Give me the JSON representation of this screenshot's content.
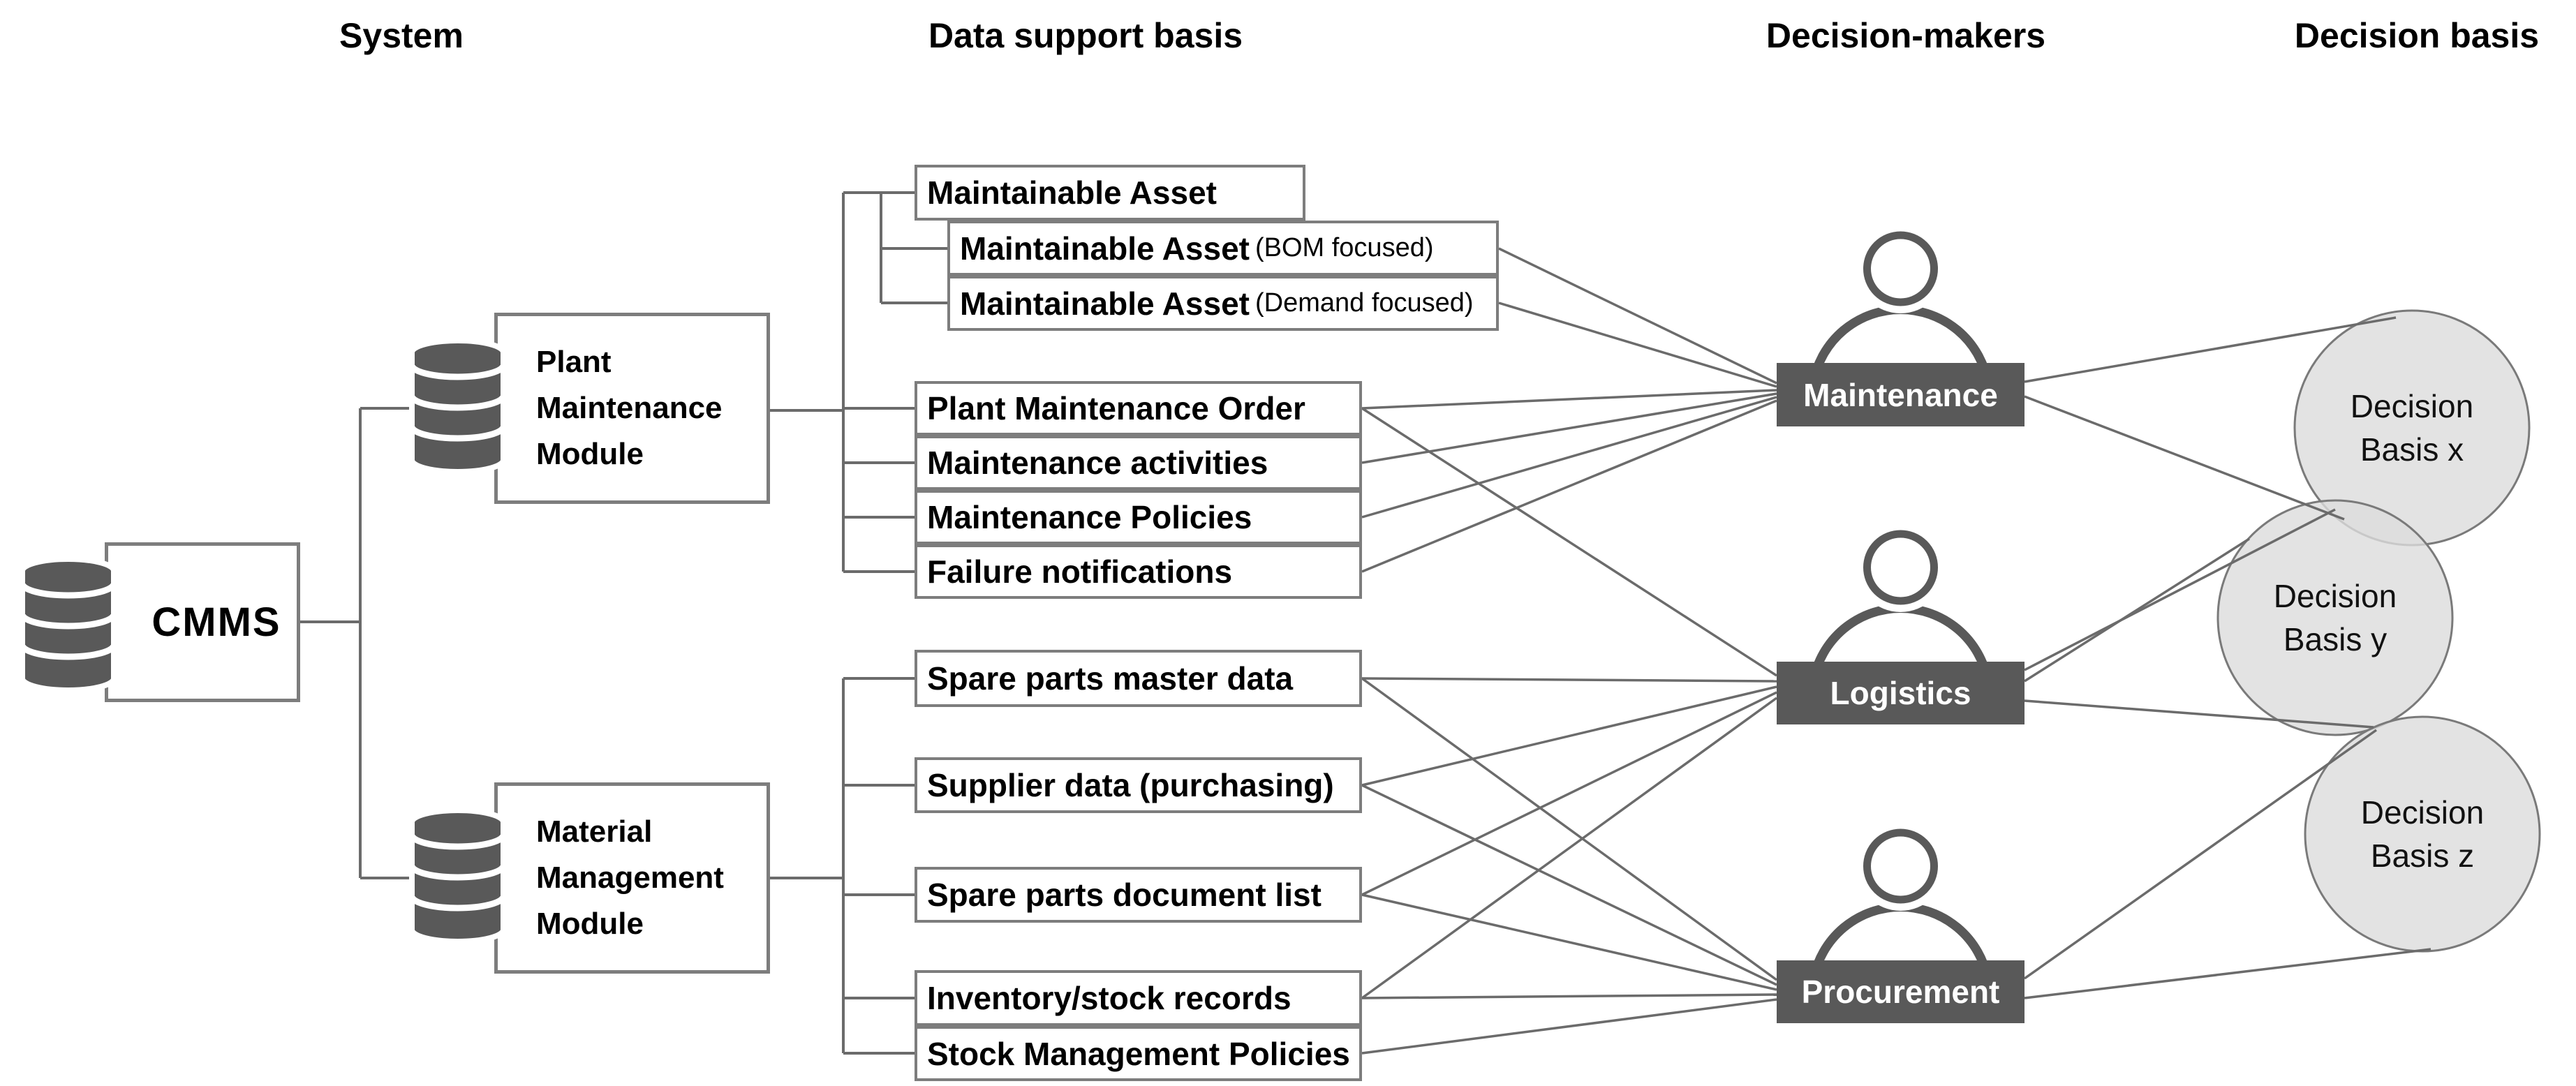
{
  "figure": "CMMS data support for spare parts decision-makers",
  "colors": {
    "dark_gray": "#595959",
    "box_border": "#7d7d7d",
    "line": "#6b6b6b",
    "circle_fill": "#dcdcdc",
    "circle_border": "#7a7a7a",
    "text": "#000000",
    "label_text": "#ffffff",
    "background": "#ffffff"
  },
  "headers": {
    "system": "System",
    "data_support": "Data support basis",
    "decision_makers": "Decision-makers",
    "decision_basis": "Decision basis"
  },
  "system": {
    "cmms": {
      "id": "cmms",
      "label": "CMMS"
    },
    "modules": [
      {
        "id": "pm",
        "label": "Plant Maintenance Module",
        "lines": [
          "Plant",
          "Maintenance",
          "Module"
        ]
      },
      {
        "id": "mm",
        "label": "Material Management Module",
        "lines": [
          "Material",
          "Management",
          "Module"
        ]
      }
    ]
  },
  "data_boxes": [
    {
      "id": "ma",
      "label": "Maintainable Asset",
      "note": ""
    },
    {
      "id": "bom",
      "label": "Maintainable Asset",
      "note": "(BOM focused)"
    },
    {
      "id": "demand",
      "label": "Maintainable Asset",
      "note": "(Demand focused)"
    },
    {
      "id": "pmo",
      "label": "Plant Maintenance Order",
      "note": ""
    },
    {
      "id": "act",
      "label": "Maintenance activities",
      "note": ""
    },
    {
      "id": "pol",
      "label": "Maintenance Policies",
      "note": ""
    },
    {
      "id": "fail",
      "label": "Failure notifications",
      "note": ""
    },
    {
      "id": "master",
      "label": "Spare parts master data",
      "note": ""
    },
    {
      "id": "supplier",
      "label": "Supplier data (purchasing)",
      "note": ""
    },
    {
      "id": "docs",
      "label": "Spare parts document list",
      "note": ""
    },
    {
      "id": "inv",
      "label": "Inventory/stock records",
      "note": ""
    },
    {
      "id": "stock",
      "label": "Stock Management Policies",
      "note": ""
    }
  ],
  "decision_makers": [
    {
      "id": "maintenance",
      "label": "Maintenance"
    },
    {
      "id": "logistics",
      "label": "Logistics"
    },
    {
      "id": "procurement",
      "label": "Procurement"
    }
  ],
  "decision_basis": [
    {
      "id": "x",
      "lines": [
        "Decision",
        "Basis x"
      ]
    },
    {
      "id": "y",
      "lines": [
        "Decision",
        "Basis y"
      ]
    },
    {
      "id": "z",
      "lines": [
        "Decision",
        "Basis z"
      ]
    }
  ],
  "connections": {
    "module_tree": [
      "cmms>pm",
      "cmms>mm",
      "pm>ma",
      "pm>bom",
      "pm>demand",
      "pm>pmo",
      "pm>act",
      "pm>pol",
      "pm>fail",
      "mm>master",
      "mm>supplier",
      "mm>docs",
      "mm>inv",
      "mm>stock"
    ],
    "data_to_decision_makers": [
      "bom>maintenance",
      "demand>maintenance",
      "pmo>maintenance",
      "act>maintenance",
      "pol>maintenance",
      "fail>maintenance",
      "pmo>logistics",
      "master>logistics",
      "supplier>logistics",
      "docs>logistics",
      "inv>logistics",
      "master>procurement",
      "supplier>procurement",
      "docs>procurement",
      "inv>procurement",
      "stock>procurement"
    ],
    "decision_makers_to_basis": [
      "maintenance>x",
      "maintenance>y",
      "logistics>x",
      "logistics>y",
      "logistics>z",
      "procurement>y",
      "procurement>z"
    ]
  }
}
